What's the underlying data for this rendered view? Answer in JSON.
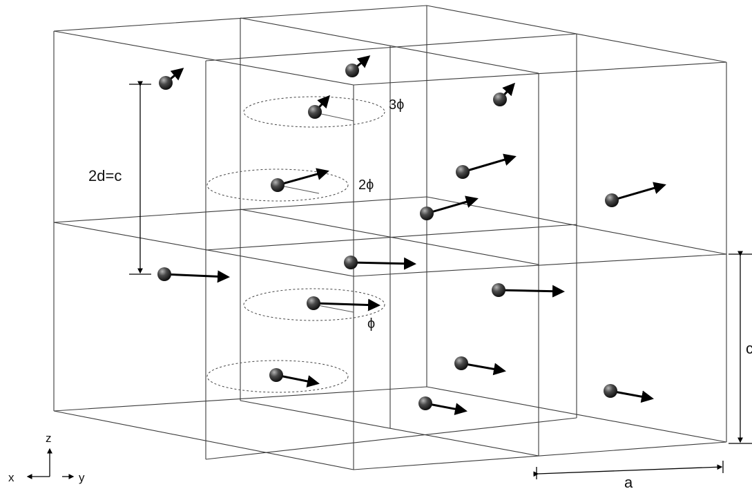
{
  "labels": {
    "layer_spacing": "2d=c",
    "c_label": "c",
    "a_label": "a",
    "phi_1": "ϕ",
    "phi_2": "2ϕ",
    "phi_3": "3ϕ",
    "axis_z": "z",
    "axis_x": "x",
    "axis_y": "y"
  },
  "colors": {
    "edge": "#3a3a3a",
    "atom_dark": "#151515",
    "atom_light": "#9a9a9a",
    "spin": "#000000"
  }
}
